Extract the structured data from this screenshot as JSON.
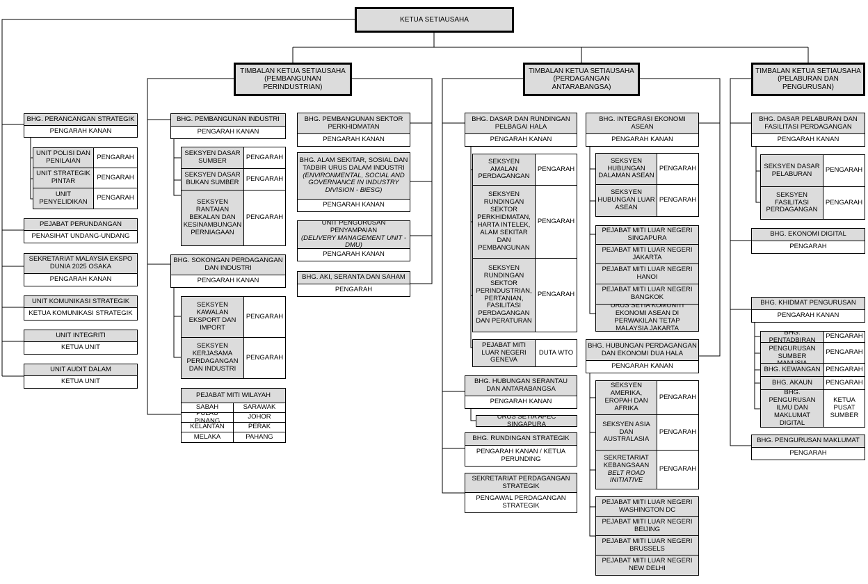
{
  "root": "KETUA SETIAUSAHA",
  "deputies": [
    {
      "line1": "TIMBALAN KETUA SETIAUSAHA",
      "line2": "(PEMBANGUNAN PERINDUSTRIAN)"
    },
    {
      "line1": "TIMBALAN KETUA SETIAUSAHA",
      "line2": "(PERDAGANGAN ANTARABANGSA)"
    },
    {
      "line1": "TIMBALAN KETUA SETIAUSAHA",
      "line2": "(PELABURAN DAN PENGURUSAN)"
    }
  ],
  "ksu_units": {
    "perancangan": {
      "title": "BHG. PERANCANGAN STRATEGIK",
      "head": "PENGARAH KANAN",
      "subs": [
        {
          "name": "UNIT POLISI DAN PENILAIAN",
          "head": "PENGARAH"
        },
        {
          "name": "UNIT STRATEGIK PINTAR",
          "head": "PENGARAH"
        },
        {
          "name": "UNIT PENYELIDIKAN",
          "head": "PENGARAH"
        }
      ]
    },
    "perundangan": {
      "title": "PEJABAT PERUNDANGAN",
      "head": "PENASIHAT UNDANG-UNDANG"
    },
    "ekspo": {
      "title": "SEKRETARIAT MALAYSIA EKSPO DUNIA 2025 OSAKA",
      "head": "PENGARAH KANAN"
    },
    "komunikasi": {
      "title": "UNIT KOMUNIKASI STRATEGIK",
      "head": "KETUA KOMUNIKASI STRATEGIK"
    },
    "integriti": {
      "title": "UNIT INTEGRITI",
      "head": "KETUA UNIT"
    },
    "audit": {
      "title": "UNIT AUDIT DALAM",
      "head": "KETUA UNIT"
    }
  },
  "industri": {
    "pembangunan": {
      "title": "BHG. PEMBANGUNAN INDUSTRI",
      "head": "PENGARAH KANAN",
      "subs": [
        {
          "name": "SEKSYEN DASAR SUMBER",
          "head": "PENGARAH"
        },
        {
          "name": "SEKSYEN DASAR BUKAN SUMBER",
          "head": "PENGARAH"
        },
        {
          "name": "SEKSYEN RANTAIAN BEKALAN DAN KESINAMBUNGAN PERNIAGAAN",
          "head": "PENGARAH"
        }
      ]
    },
    "sokongan": {
      "title": "BHG. SOKONGAN PERDAGANGAN DAN INDUSTRI",
      "head": "PENGARAH KANAN",
      "subs": [
        {
          "name": "SEKSYEN KAWALAN EKSPORT DAN IMPORT",
          "head": "PENGARAH"
        },
        {
          "name": "SEKSYEN KERJASAMA PERDAGANGAN DAN INDUSTRI",
          "head": "PENGARAH"
        }
      ]
    },
    "wilayah": {
      "title": "PEJABAT MITI WILAYAH",
      "rows": [
        [
          "SABAH",
          "SARAWAK"
        ],
        [
          "PULAU PINANG",
          "JOHOR"
        ],
        [
          "KELANTAN",
          "PERAK"
        ],
        [
          "MELAKA",
          "PAHANG"
        ]
      ]
    },
    "perkhidmatan": {
      "title": "BHG. PEMBANGUNAN SEKTOR PERKHIDMATAN",
      "head": "PENGARAH KANAN"
    },
    "biesg": {
      "title": "BHG. ALAM SEKITAR, SOSIAL DAN TADBIR URUS DALAM INDUSTRI",
      "subtitle": "(ENVIRONMENTAL, SOCIAL AND GOVERNANCE IN INDUSTRY DIVISION - BiESG)",
      "head": "PENGARAH KANAN"
    },
    "dmu": {
      "title": "UNIT PENGURUSAN PENYAMPAIAN",
      "subtitle": "(DELIVERY MANAGEMENT UNIT - DMU)",
      "head": "PENGARAH KANAN"
    },
    "aki": {
      "title": "BHG. AKI, SERANTA DAN SAHAM",
      "head": "PENGARAH"
    }
  },
  "perdagangan": {
    "dasar": {
      "title": "BHG. DASAR DAN RUNDINGAN PELBAGAI HALA",
      "head": "PENGARAH KANAN",
      "subs": [
        {
          "name": "SEKSYEN AMALAN PERDAGANGAN",
          "head": "PENGARAH"
        },
        {
          "name": "SEKSYEN RUNDINGAN SEKTOR PERKHIDMATAN, HARTA INTELEK, ALAM SEKITAR DAN PEMBANGUNAN",
          "head": "PENGARAH"
        },
        {
          "name": "SEKSYEN RUNDINGAN SEKTOR PERINDUSTRIAN, PERTANIAN, FASILITASI PERDAGANGAN DAN PERATURAN",
          "head": "PENGARAH"
        },
        {
          "name": "PEJABAT MITI LUAR NEGERI GENEVA",
          "head": "DUTA WTO"
        }
      ]
    },
    "serantau": {
      "title": "BHG. HUBUNGAN SERANTAU DAN ANTARABANGSA",
      "head": "PENGARAH KANAN",
      "sub": "URUS SETIA APEC SINGAPURA"
    },
    "rundingan": {
      "title": "BHG. RUNDINGAN STRATEGIK",
      "head": "PENGARAH KANAN / KETUA PERUNDING"
    },
    "sekretariat": {
      "title": "SEKRETARIAT PERDAGANGAN STRATEGIK",
      "head": "PENGAWAL PERDAGANGAN STRATEGIK"
    },
    "asean": {
      "title": "BHG. INTEGRASI EKONOMI ASEAN",
      "head": "PENGARAH KANAN",
      "subs": [
        {
          "name": "SEKSYEN HUBUNGAN DALAMAN ASEAN",
          "head": "PENGARAH"
        },
        {
          "name": "SEKSYEN HUBUNGAN LUAR ASEAN",
          "head": "PENGARAH"
        }
      ],
      "offices": [
        "PEJABAT MITI LUAR NEGERI SINGAPURA",
        "PEJABAT MITI LUAR NEGERI JAKARTA",
        "PEJABAT MITI LUAR NEGERI HANOI",
        "PEJABAT MITI LUAR NEGERI BANGKOK",
        "URUS SETIA KOMUNITI EKONOMI ASEAN DI PERWAKILAN TETAP MALAYSIA JAKARTA"
      ]
    },
    "duahala": {
      "title": "BHG. HUBUNGAN PERDAGANGAN DAN EKONOMI DUA HALA",
      "head": "PENGARAH KANAN",
      "subs": [
        {
          "name": "SEKSYEN AMERIKA, EROPAH DAN AFRIKA",
          "head": "PENGARAH"
        },
        {
          "name": "SEKSYEN ASIA DAN AUSTRALASIA",
          "head": "PENGARAH"
        },
        {
          "name": "SEKRETARIAT KEBANGSAAN",
          "name2": "BELT ROAD INITIATIVE",
          "head": "PENGARAH"
        }
      ],
      "offices": [
        "PEJABAT MITI LUAR NEGERI WASHINGTON DC",
        "PEJABAT MITI LUAR NEGERI BEIJING",
        "PEJABAT MITI LUAR NEGERI BRUSSELS",
        "PEJABAT MITI LUAR NEGERI NEW DELHI"
      ]
    }
  },
  "pelaburan": {
    "dasar": {
      "title": "BHG. DASAR PELABURAN DAN FASILITASI PERDAGANGAN",
      "head": "PENGARAH KANAN",
      "subs": [
        {
          "name": "SEKSYEN DASAR PELABURAN",
          "head": "PENGARAH"
        },
        {
          "name": "SEKSYEN FASILITASI PERDAGANGAN",
          "head": "PENGARAH"
        }
      ]
    },
    "digital": {
      "title": "BHG. EKONOMI DIGITAL",
      "head": "PENGARAH"
    },
    "khidmat": {
      "title": "BHG. KHIDMAT PENGURUSAN",
      "head": "PENGARAH KANAN",
      "subs": [
        {
          "name": "BHG. PENTADBIRAN",
          "head": "PENGARAH"
        },
        {
          "name": "BHG. PENGURUSAN SUMBER MANUSIA",
          "head": "PENGARAH"
        },
        {
          "name": "BHG. KEWANGAN",
          "head": "PENGARAH"
        },
        {
          "name": "BHG. AKAUN",
          "head": "PENGARAH"
        },
        {
          "name": "BHG. PENGURUSAN ILMU DAN MAKLUMAT DIGITAL",
          "head": "KETUA PUSAT SUMBER"
        }
      ]
    },
    "maklumat": {
      "title": "BHG. PENGURUSAN MAKLUMAT",
      "head": "PENGARAH"
    }
  }
}
